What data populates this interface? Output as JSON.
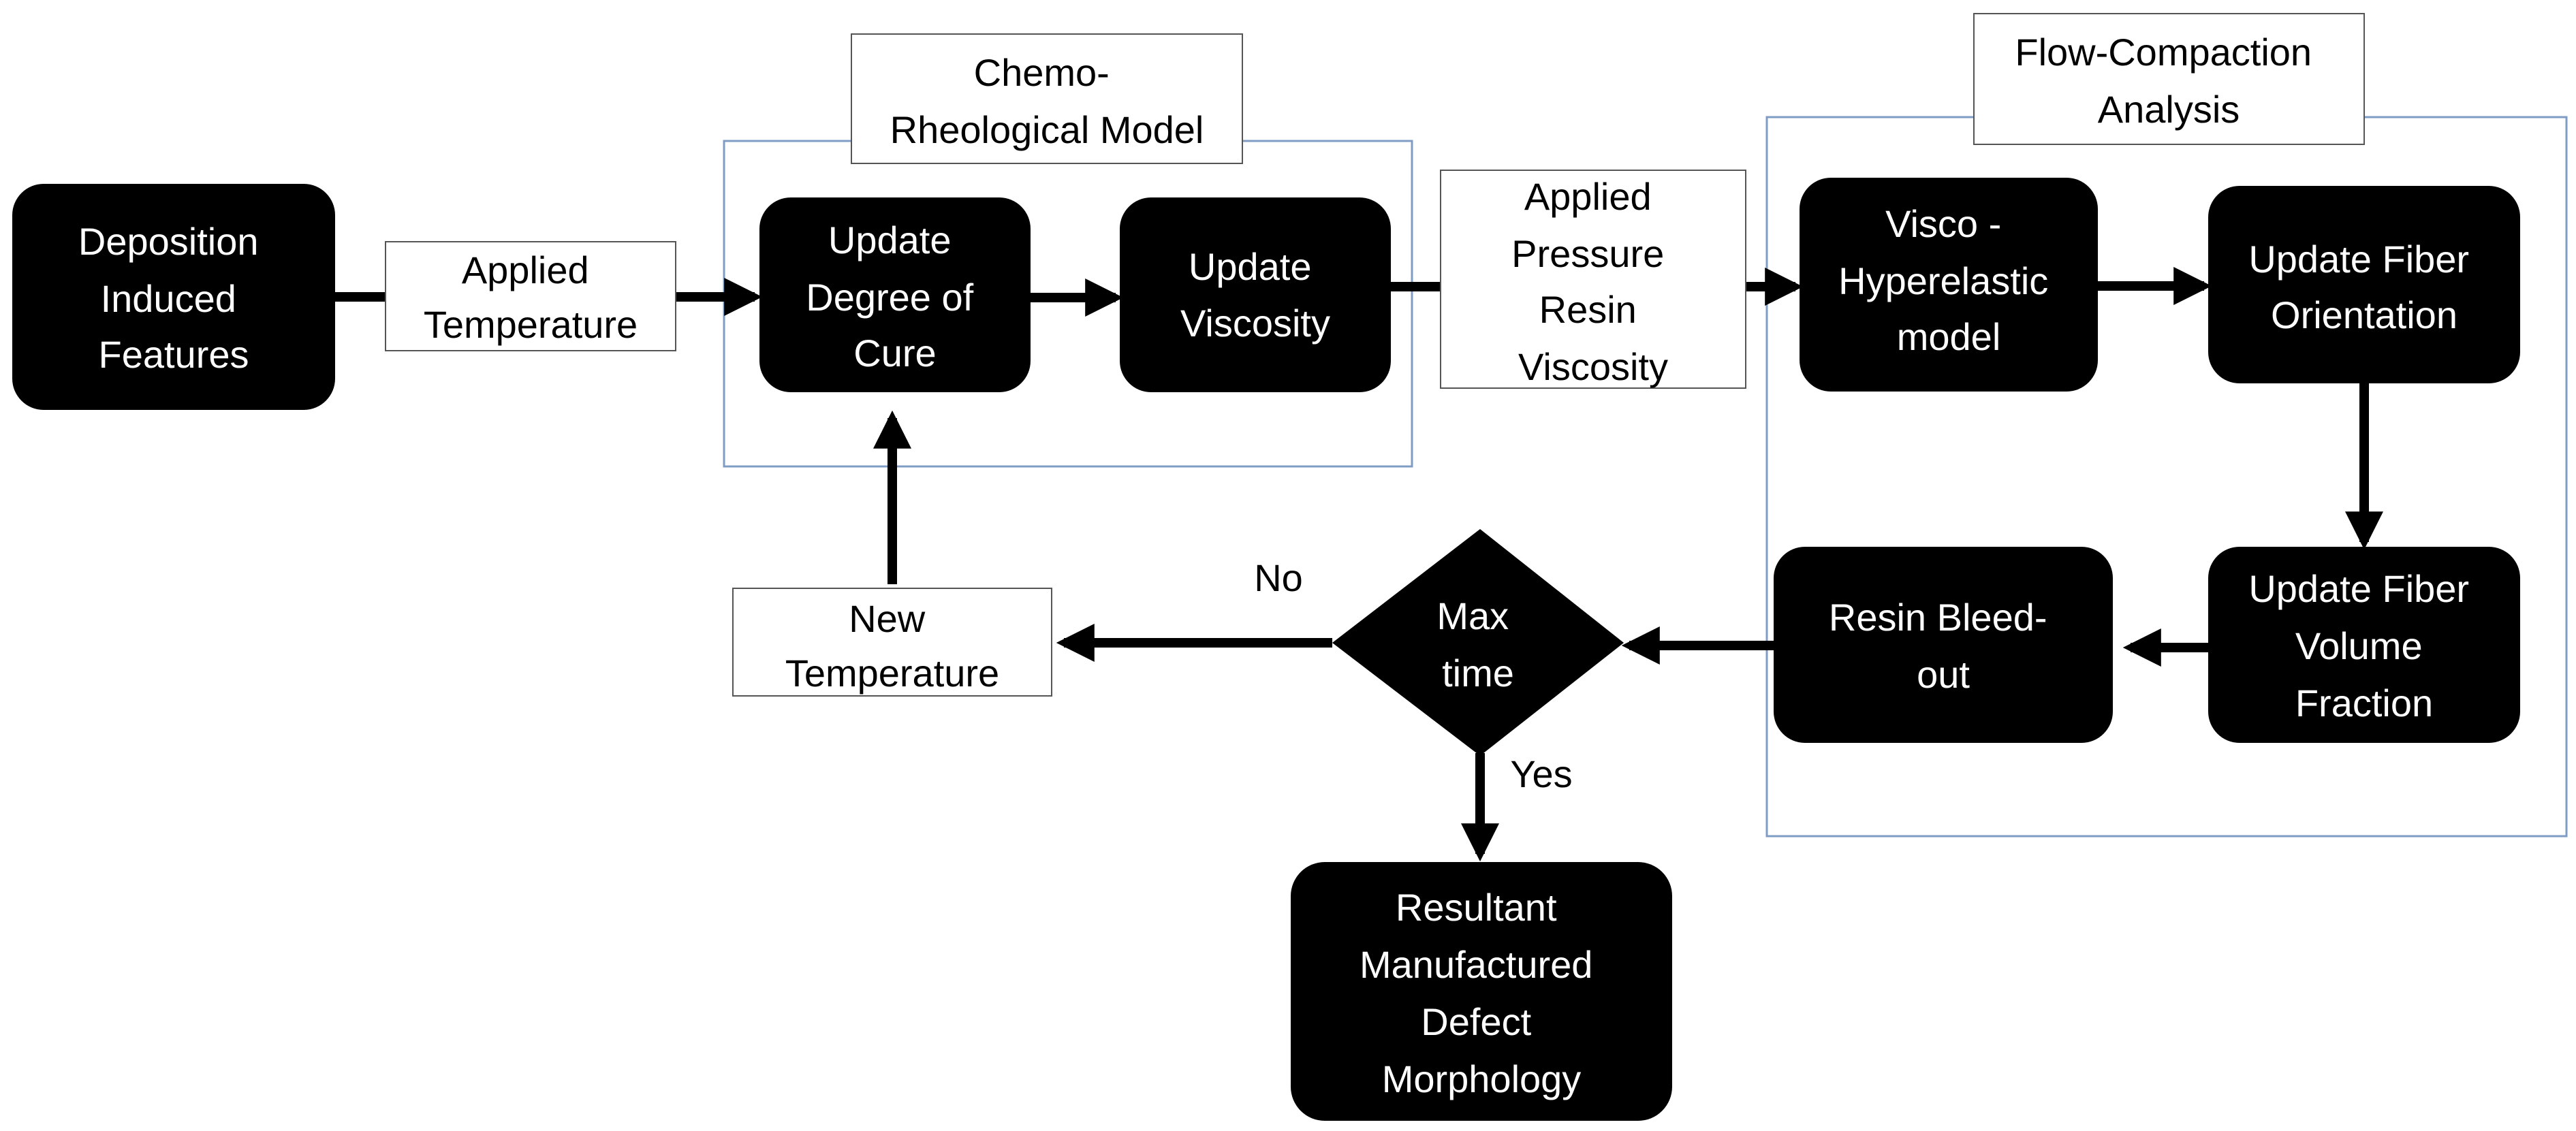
{
  "groups": {
    "chemo": {
      "title_lines": [
        "Chemo-",
        "Rheological Model"
      ]
    },
    "flow": {
      "title_lines": [
        "Flow-Compaction",
        "Analysis"
      ]
    }
  },
  "nodes": {
    "deposition": [
      "Deposition",
      "Induced",
      "Features"
    ],
    "degree_cure": [
      "Update",
      "Degree of",
      "Cure"
    ],
    "viscosity": [
      "Update",
      "Viscosity"
    ],
    "visco": [
      "Visco -",
      "Hyperelastic",
      "model"
    ],
    "fiber_orientation": [
      "Update Fiber",
      "Orientation"
    ],
    "fiber_volume": [
      "Update Fiber",
      "Volume",
      "Fraction"
    ],
    "bleed": [
      "Resin Bleed-",
      "out"
    ],
    "max_time": [
      "Max",
      "time"
    ],
    "resultant": [
      "Resultant",
      "Manufactured",
      "Defect",
      "Morphology"
    ]
  },
  "edge_labels": {
    "applied_temperature": [
      "Applied",
      "Temperature"
    ],
    "applied_pressure": [
      "Applied",
      "Pressure",
      "Resin",
      "Viscosity"
    ],
    "new_temperature": [
      "New",
      "Temperature"
    ],
    "no": "No",
    "yes": "Yes"
  },
  "colors": {
    "node_fill": "#000000",
    "node_text": "#ffffff",
    "group_border": "#7f9cc4",
    "label_border": "#555555",
    "arrow": "#000000"
  }
}
